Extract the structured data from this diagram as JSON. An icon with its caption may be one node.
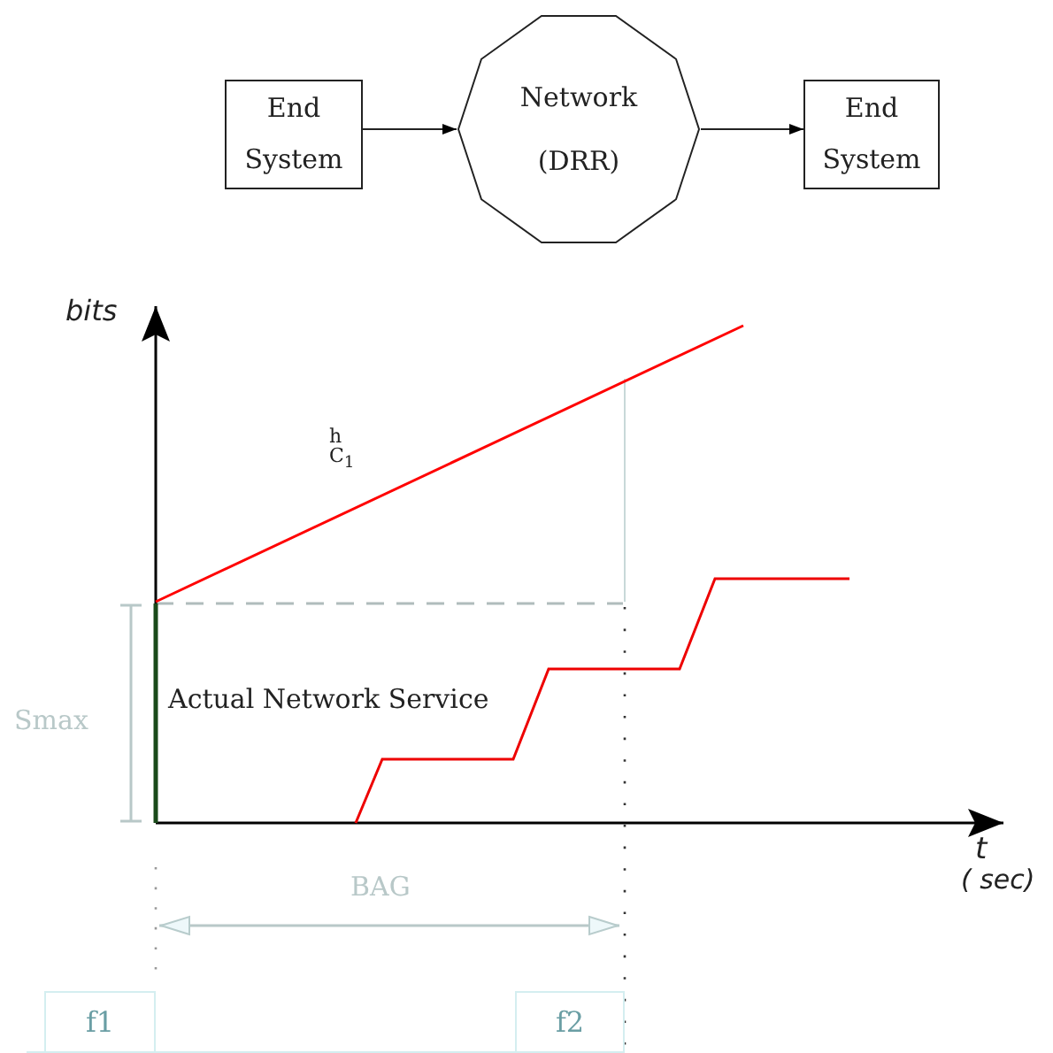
{
  "diagram": {
    "nodes": [
      {
        "text": [
          "End System"
        ]
      },
      {
        "text": [
          "Network (DRR)"
        ]
      },
      {
        "text": [
          "End System"
        ]
      },
      {
        "text": [
          "f1"
        ]
      },
      {
        "text": [
          "f2"
        ]
      }
    ],
    "edges": [
      {
        "from": 0,
        "to": 1,
        "arrow": "to"
      },
      {
        "from": 1,
        "to": 2,
        "arrow": "to"
      }
    ],
    "labels": [
      "bits",
      "h C$_{1}$",
      "Actual Network Service",
      "Smax",
      "BAG",
      "t",
      "( sec)"
    ]
  }
}
